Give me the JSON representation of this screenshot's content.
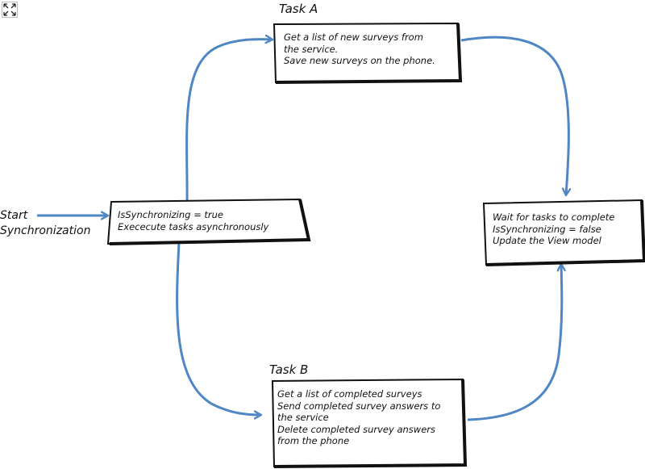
{
  "start": {
    "line1": "Start",
    "line2": "Synchronization"
  },
  "init_box": {
    "lines": [
      "IsSynchronizing = true",
      "Exececute tasks asynchronously"
    ]
  },
  "task_a": {
    "title": "Task A",
    "lines": [
      "Get a list of new surveys from",
      "the service.",
      "Save new surveys on the phone."
    ]
  },
  "task_b": {
    "title": "Task B",
    "lines": [
      "Get a list of completed surveys",
      "Send completed survey answers to",
      "the service",
      "Delete completed survey answers",
      "from the phone"
    ]
  },
  "final_box": {
    "lines": [
      "Wait for tasks to complete",
      "IsSynchronizing = false",
      "Update the View model"
    ]
  },
  "colors": {
    "arrow": "#4f87c4",
    "box_border": "#111111"
  },
  "icons": {
    "corner": "expand-icon"
  }
}
